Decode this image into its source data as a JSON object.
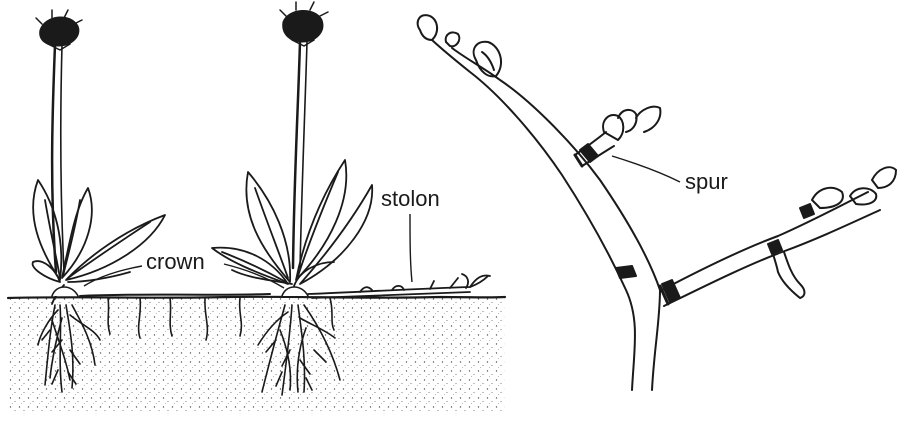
{
  "labels": {
    "crown": "crown",
    "stolon": "stolon",
    "spur": "spur"
  },
  "colors": {
    "ink": "#1a1a1a",
    "paper": "#ffffff",
    "soil_speckle": "#555555"
  }
}
